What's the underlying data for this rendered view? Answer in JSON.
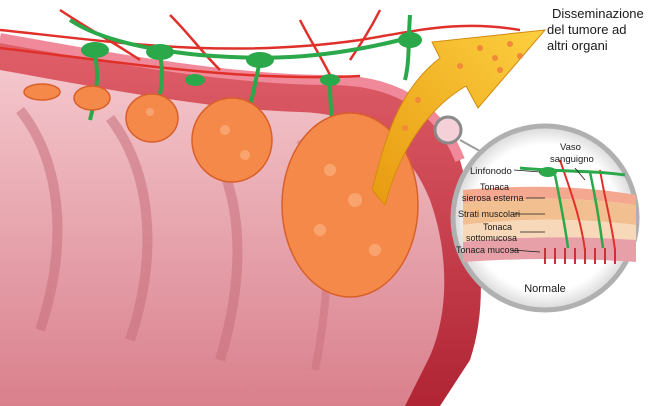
{
  "title_lines": [
    "Disseminazione",
    "del tumore ad",
    "altri organi"
  ],
  "inset": {
    "vessel_lines": [
      "Vaso",
      "sanguigno"
    ],
    "lymph_node": "Linfonodo",
    "serosa_lines": [
      "Tonaca",
      "sierosa esterna"
    ],
    "muscle": "Strati muscolari",
    "submucosa_lines": [
      "Tonaca",
      "sottomucosa"
    ],
    "mucosa": "Tonaca mucosa",
    "caption": "Normale"
  },
  "colors": {
    "tumor": "#f5894a",
    "vessel": "#e0302a",
    "lymph": "#2aa84a",
    "arrow": "#f5b820",
    "mucosa": "#e8a0a8",
    "wall": "#c8303c"
  }
}
